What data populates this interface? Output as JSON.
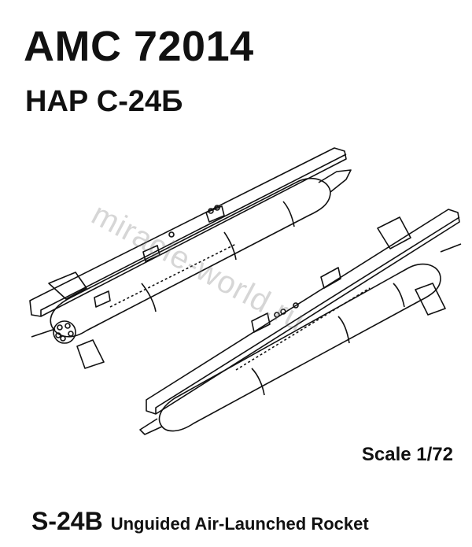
{
  "title": {
    "product_code": "AMC 72014",
    "subtitle": "НАР С-24Б"
  },
  "scale": "Scale 1/72",
  "caption": {
    "designation": "S-24B",
    "description": "Unguided Air-Launched Rocket"
  },
  "watermark": "miracle-world.ru",
  "illustration": {
    "subject": "two-s24b-rockets-on-launch-rails",
    "line_color": "#111111"
  }
}
